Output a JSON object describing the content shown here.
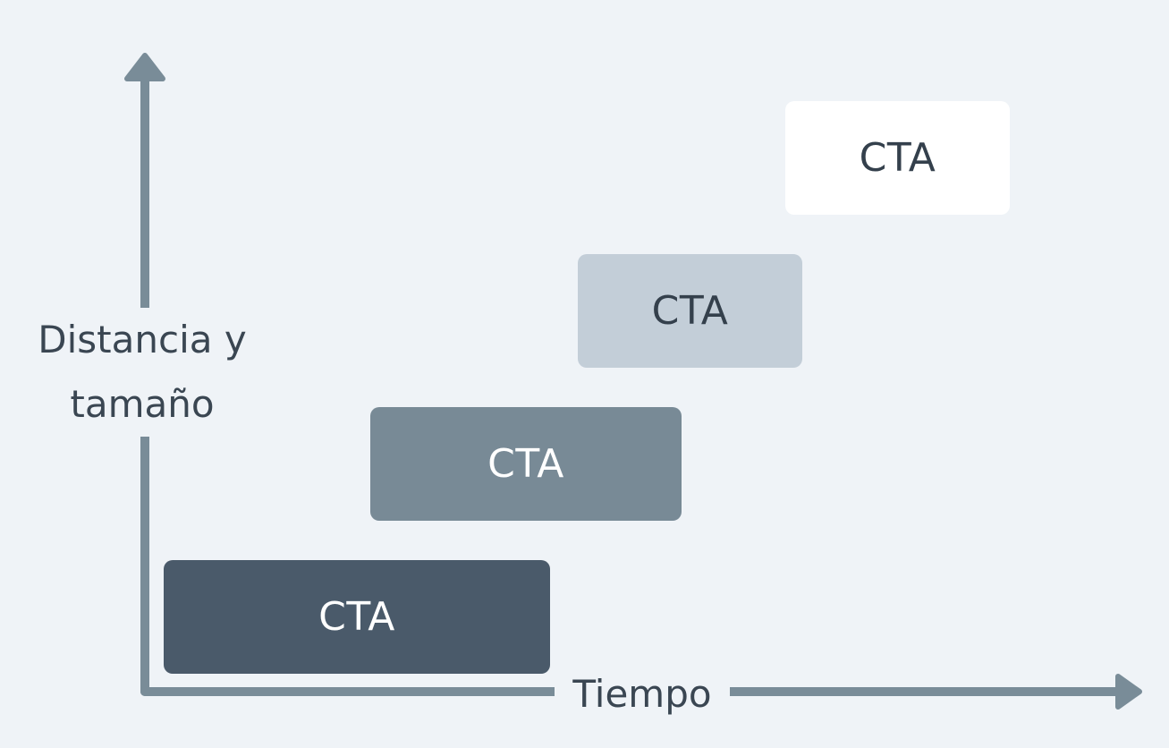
{
  "axes": {
    "y_label": "Distancia y tamaño",
    "x_label": "Tiempo",
    "color": "#798c98"
  },
  "steps": [
    {
      "label": "CTA",
      "color": "#4a5a6a",
      "text_color": "#ffffff"
    },
    {
      "label": "CTA",
      "color": "#788a96",
      "text_color": "#ffffff"
    },
    {
      "label": "CTA",
      "color": "#c3ced8",
      "text_color": "#34404c"
    },
    {
      "label": "CTA",
      "color": "#ffffff",
      "text_color": "#34404c"
    }
  ]
}
